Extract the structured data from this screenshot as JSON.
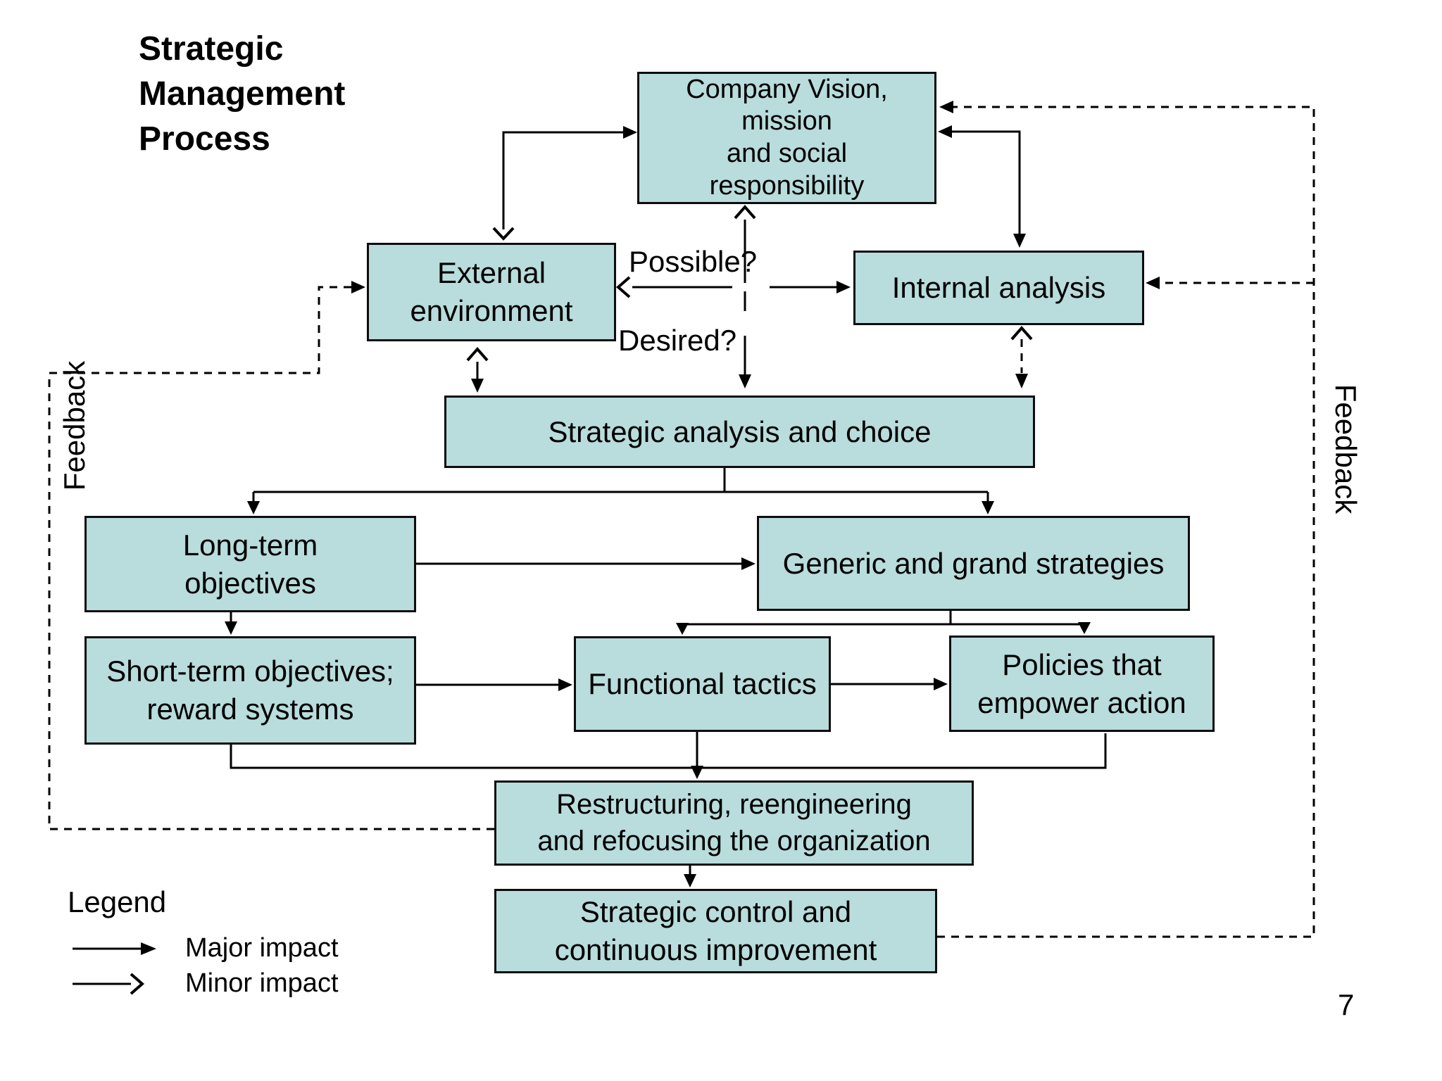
{
  "title": "Strategic\nManagement\nProcess",
  "page_number": "7",
  "colors": {
    "box_fill": "#b9dcdc",
    "box_border": "#0d0d0d",
    "line": "#000000",
    "background": "#ffffff"
  },
  "boxes": {
    "company_vision": {
      "label": "Company Vision,\nmission\nand social\nresponsibility"
    },
    "external_environment": {
      "label": "External\nenvironment"
    },
    "internal_analysis": {
      "label": "Internal analysis"
    },
    "strategic_analysis": {
      "label": "Strategic analysis and choice"
    },
    "long_term": {
      "label": "Long-term\nobjectives"
    },
    "generic_grand": {
      "label": "Generic and grand strategies"
    },
    "short_term": {
      "label": "Short-term objectives;\nreward systems"
    },
    "functional_tactics": {
      "label": "Functional tactics"
    },
    "policies": {
      "label": "Policies that\nempower action"
    },
    "restructuring": {
      "label": "Restructuring, reengineering\nand refocusing the organization"
    },
    "strategic_control": {
      "label": "Strategic control and\ncontinuous improvement"
    }
  },
  "annotations": {
    "possible": "Possible?",
    "desired": "Desired?",
    "feedback_left": "Feedback",
    "feedback_right": "Feedback"
  },
  "legend": {
    "heading": "Legend",
    "items": [
      {
        "style": "major",
        "label": "Major impact"
      },
      {
        "style": "minor",
        "label": "Minor impact"
      }
    ]
  }
}
